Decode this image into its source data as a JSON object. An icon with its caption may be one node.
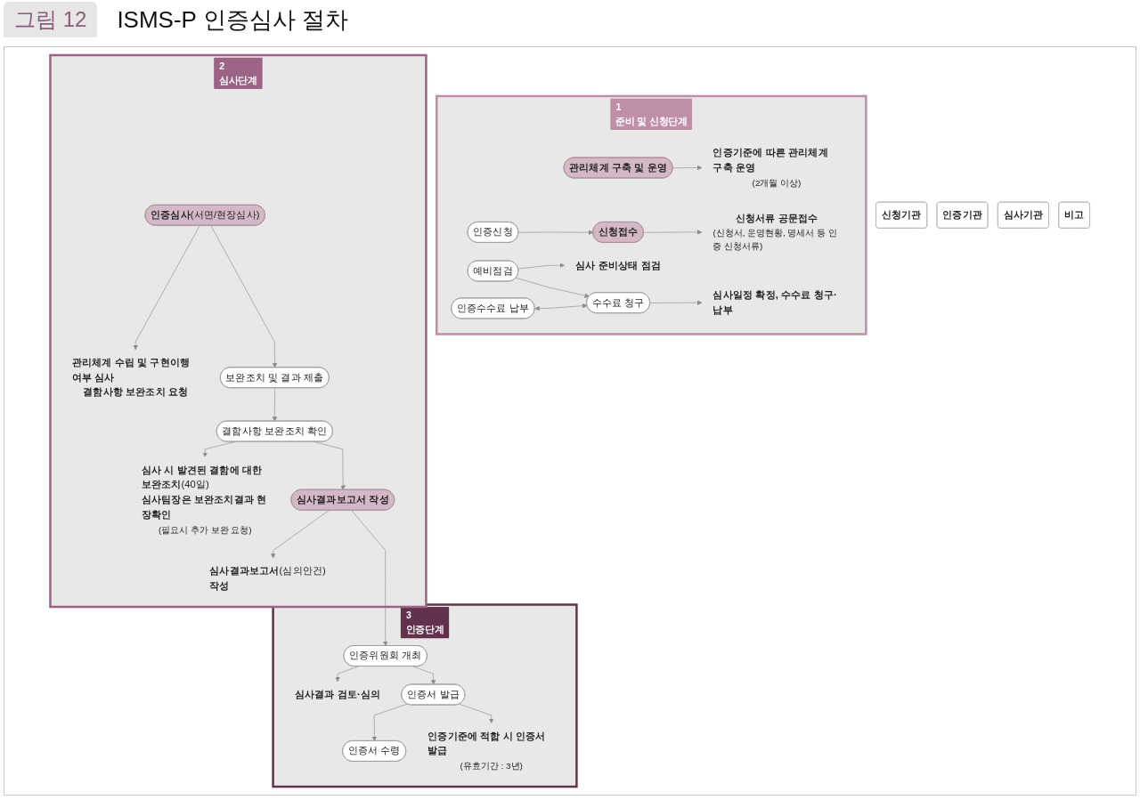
{
  "diagram": {
    "title": "ISMS-P 인증심사 절차",
    "nodes": [
      {
        "text": [
          "신청기관"
        ]
      },
      {
        "text": [
          "인증기관"
        ]
      },
      {
        "text": [
          "심사기관"
        ]
      },
      {
        "text": [
          "비고"
        ]
      },
      {
        "text": [
          "1",
          "준비 및 신청단계"
        ]
      },
      {
        "text": [
          "관리체계 구축 및 운영"
        ],
        "in": 4
      },
      {
        "text": [
          "인증기준에 따른 관리체계 구축 운영",
          "(2개월 이상)"
        ],
        "in": 4
      },
      {
        "text": [
          "인증신청"
        ],
        "in": 4
      },
      {
        "text": [
          "신청접수"
        ],
        "in": 4
      },
      {
        "text": [
          "신청서류 공문접수",
          "(신청서, 운영현황, 명세서 등 인증 신청서류)"
        ],
        "in": 4
      },
      {
        "text": [
          "예비점검"
        ],
        "in": 4
      },
      {
        "text": [
          "심사 준비상태 점검"
        ],
        "in": 4
      },
      {
        "text": [
          "인증수수료 납부"
        ],
        "in": 4
      },
      {
        "text": [
          "수수료 청구"
        ],
        "in": 4
      },
      {
        "text": [
          "심사일정 확정, 수수료 청구·납부"
        ],
        "in": 4
      },
      {
        "text": [
          "2",
          "심사단계"
        ]
      },
      {
        "text": [
          "**인증심사**(서면/현장심사)"
        ],
        "in": 15
      },
      {
        "text": [
          "관리체계 수립 및 구현이행 여부 심사",
          "결함사항 보완조치 요청"
        ],
        "in": 15
      },
      {
        "text": [
          "보완조치 및 결과 제출"
        ],
        "in": 15
      },
      {
        "text": [
          "결함사항 보완조치 확인"
        ],
        "in": 15
      },
      {
        "text": [
          "**심사 시 발견된 결함에 대한 보완조치**(40일)",
          "심사팀장은 보완조치결과 현장확인",
          "(필요시 추가 보완 요청)"
        ],
        "in": 15
      },
      {
        "text": [
          "심사결과보고서 작성"
        ],
        "in": 15
      },
      {
        "text": [
          "**심사결과보고서**(심의안건) **작성**"
        ],
        "in": 15
      },
      {
        "text": [
          "3",
          "인증단계"
        ]
      },
      {
        "text": [
          "인증위원회 개최"
        ],
        "in": 23
      },
      {
        "text": [
          "심사결과 검토·심의"
        ],
        "in": 23
      },
      {
        "text": [
          "인증서 수령"
        ],
        "in": 23
      },
      {
        "text": [
          "인증서 발급"
        ],
        "in": 23
      },
      {
        "text": [
          "인증기준에 적합 시 인증서 발급",
          "(유효기간 : 3년)"
        ],
        "in": 23
      }
    ],
    "edges": [
      {
        "from": 5,
        "to": 6,
        "arrow": "to"
      },
      {
        "from": 7,
        "to": 8,
        "arrow": "to"
      },
      {
        "from": 8,
        "to": 9,
        "arrow": "to"
      },
      {
        "from": 10,
        "to": 11,
        "arrow": "to"
      },
      {
        "from": 10,
        "to": 13,
        "arrow": "to"
      },
      {
        "from": 12,
        "to": 13,
        "arrow": "both"
      },
      {
        "from": 13,
        "to": 14,
        "arrow": "to"
      },
      {
        "from": 16,
        "to": 17,
        "arrow": "to"
      },
      {
        "from": 16,
        "to": 18,
        "arrow": "to"
      },
      {
        "from": 18,
        "to": 19,
        "arrow": "to"
      },
      {
        "from": 19,
        "to": 20,
        "arrow": "to"
      },
      {
        "from": 19,
        "to": 21,
        "arrow": "to"
      },
      {
        "from": 21,
        "to": 22,
        "arrow": "to"
      },
      {
        "from": 21,
        "to": 24,
        "arrow": "to"
      },
      {
        "from": 24,
        "to": 25,
        "arrow": "to"
      },
      {
        "from": 24,
        "to": 27,
        "arrow": "to"
      },
      {
        "from": 27,
        "to": 26,
        "arrow": "to"
      },
      {
        "from": 27,
        "to": 28,
        "arrow": "to"
      }
    ],
    "labels": [
      "그림 12"
    ]
  }
}
